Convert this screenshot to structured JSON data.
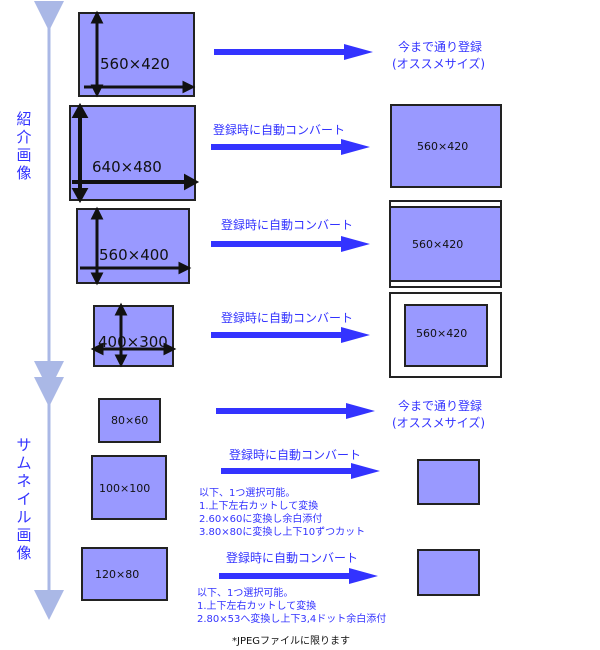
{
  "side": {
    "intro": "紹介画像",
    "thumb": "サムネイル画像"
  },
  "rows": {
    "r1": {
      "source": "560×420",
      "note_line1": "今まで通り登録",
      "note_line2": "(オススメサイズ)"
    },
    "r2": {
      "source": "640×480",
      "caption": "登録時に自動コンバート",
      "result": "560×420"
    },
    "r3": {
      "source": "560×400",
      "caption": "登録時に自動コンバート",
      "result": "560×420"
    },
    "r4": {
      "source": "400×300",
      "caption": "登録時に自動コンバート",
      "result": "560×420"
    },
    "r5": {
      "source": "80×60",
      "note_line1": "今まで通り登録",
      "note_line2": "(オススメサイズ)"
    },
    "r6": {
      "source": "100×100",
      "caption": "登録時に自動コンバート",
      "notes": [
        "以下、1つ選択可能。",
        "1.上下左右カットして変換",
        "2.60×60に変換し余白添付",
        "3.80×80に変換し上下10ずつカット"
      ]
    },
    "r7": {
      "source": "120×80",
      "caption": "登録時に自動コンバート",
      "notes": [
        "以下、1つ選択可能。",
        "1.上下左右カットして変換",
        "2.80×53へ変換し上下3,4ドット余白添付"
      ]
    }
  },
  "footnote": "*JPEGファイルに限ります",
  "colors": {
    "box_fill": "#9999ff",
    "arrow": "#3333ff",
    "side_arrow": "#aab8e6",
    "text_blue": "#3333ff"
  }
}
